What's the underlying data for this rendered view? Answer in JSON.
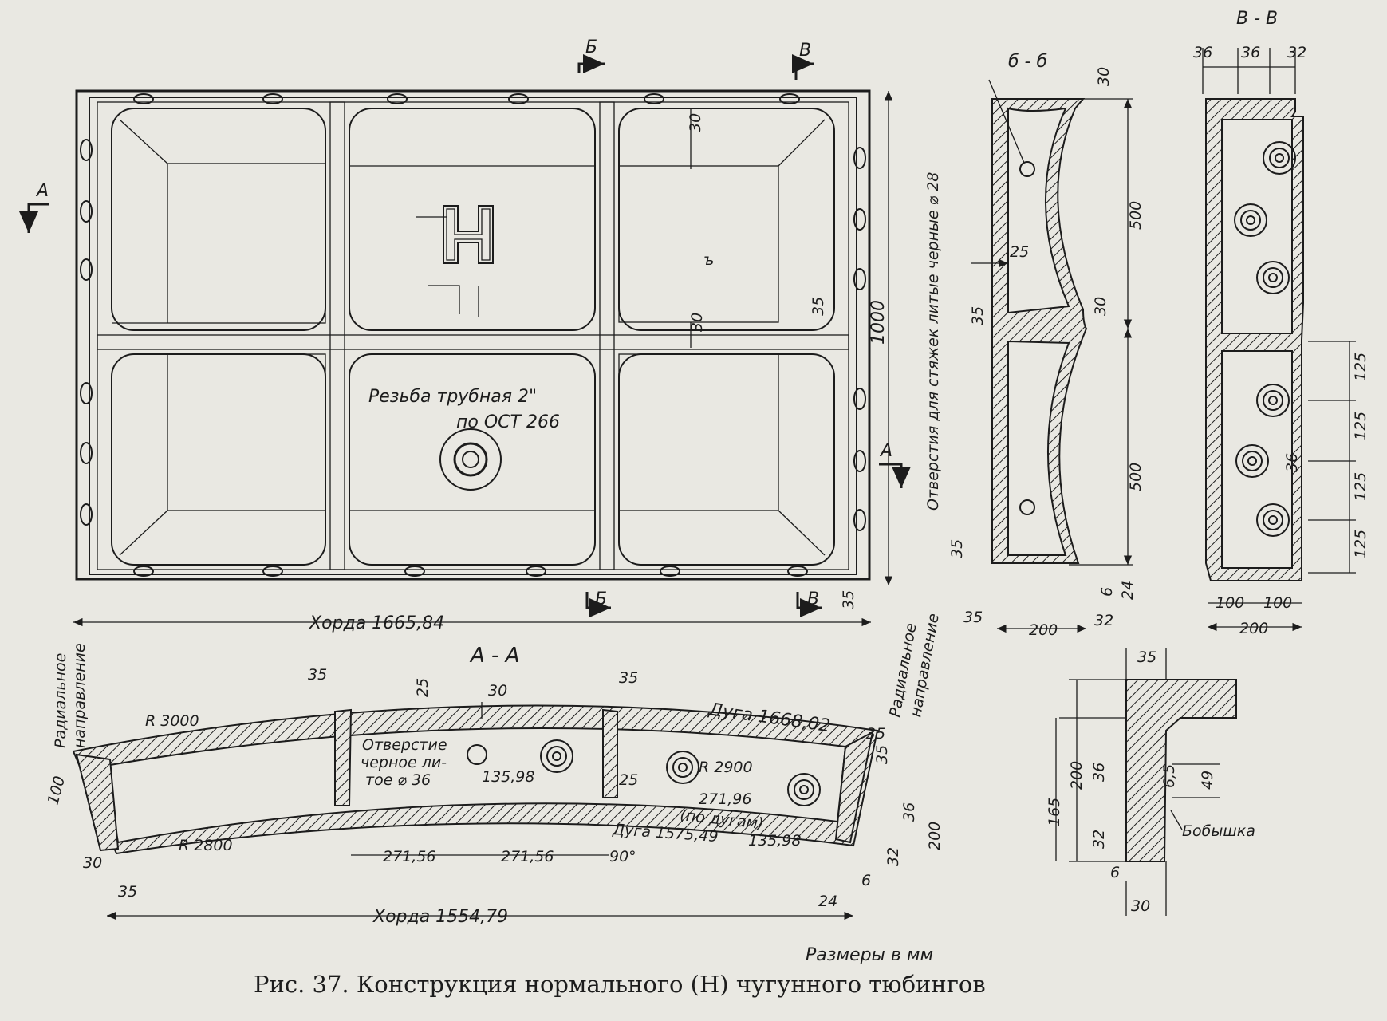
{
  "colors": {
    "paper": "#e9e8e2",
    "ink": "#1c1c1c"
  },
  "plan": {
    "section_marks": {
      "b_top": "Б",
      "v_top": "В",
      "a_left": "А",
      "a_right": "А",
      "b_bottom": "Б",
      "v_bottom": "В"
    },
    "thread_label_1": "Резьба трубная 2\"",
    "thread_label_2": "по ОСТ 266",
    "dim_30_top": "30",
    "dim_30_mid": "30",
    "dim_35_mid": "35",
    "dim_35_corner": "35",
    "dim_1000": "1000",
    "chord": "Хорда 1665,84",
    "letter_mark": "Н"
  },
  "section_bb": {
    "title": "б - б",
    "holes_note": "Отверстия для стяжек литые черные ⌀ 28",
    "dims": {
      "d30_top": "30",
      "d500_top": "500",
      "d25": "25",
      "d35_mid": "35",
      "d30_mid": "30",
      "d500_bot": "500",
      "d35_bot": "35",
      "d35_foot": "35",
      "d200": "200",
      "d6": "6",
      "d32": "32",
      "d24": "24"
    }
  },
  "section_vv": {
    "title": "В - В",
    "dims": {
      "d36a": "36",
      "d36b": "36",
      "d32": "32",
      "d125a": "125",
      "d125b": "125",
      "d125c": "125",
      "d125d": "125",
      "d36": "36",
      "d100a": "100",
      "d100b": "100",
      "d200": "200"
    }
  },
  "section_aa": {
    "title": "А - А",
    "radial_left_1": "Радиальное",
    "radial_left_2": "направление",
    "radial_right_1": "Радиальное",
    "radial_right_2": "направление",
    "r3000": "R 3000",
    "r2800": "R 2800",
    "r2900": "R 2900",
    "arc_outer": "Дуга 1668,02",
    "arc_inner": "Дуга 1575,49",
    "hole_note_1": "Отверстие",
    "hole_note_2": "черное ли-",
    "hole_note_3": "тое ⌀ 36",
    "dims": {
      "d35a": "35",
      "d25a": "25",
      "d30": "30",
      "d35b": "35",
      "d100": "100",
      "d13598a": "135,98",
      "d25b": "25",
      "d27196": "271,96",
      "along_arcs": "(по дугам)",
      "d27156a": "271,56",
      "d27156b": "271,56",
      "deg90": "90°",
      "d13598b": "135,98",
      "d35c": "35",
      "d35d": "35",
      "d36": "36",
      "d32": "32",
      "d200": "200",
      "d6": "6",
      "d24": "24",
      "d30b": "30",
      "d35e": "35"
    },
    "chord": "Хорда 1554,79"
  },
  "detail": {
    "dims": {
      "d35": "35",
      "d200": "200",
      "d165": "165",
      "d36": "36",
      "d32": "32",
      "d65": "6,5",
      "d49": "49",
      "d6": "6",
      "d30": "30"
    },
    "boss_label": "Бобышка"
  },
  "units_note": "Размеры в мм",
  "caption": "Рис. 37. Конструкция нормального (Н) чугунного тюбингов"
}
